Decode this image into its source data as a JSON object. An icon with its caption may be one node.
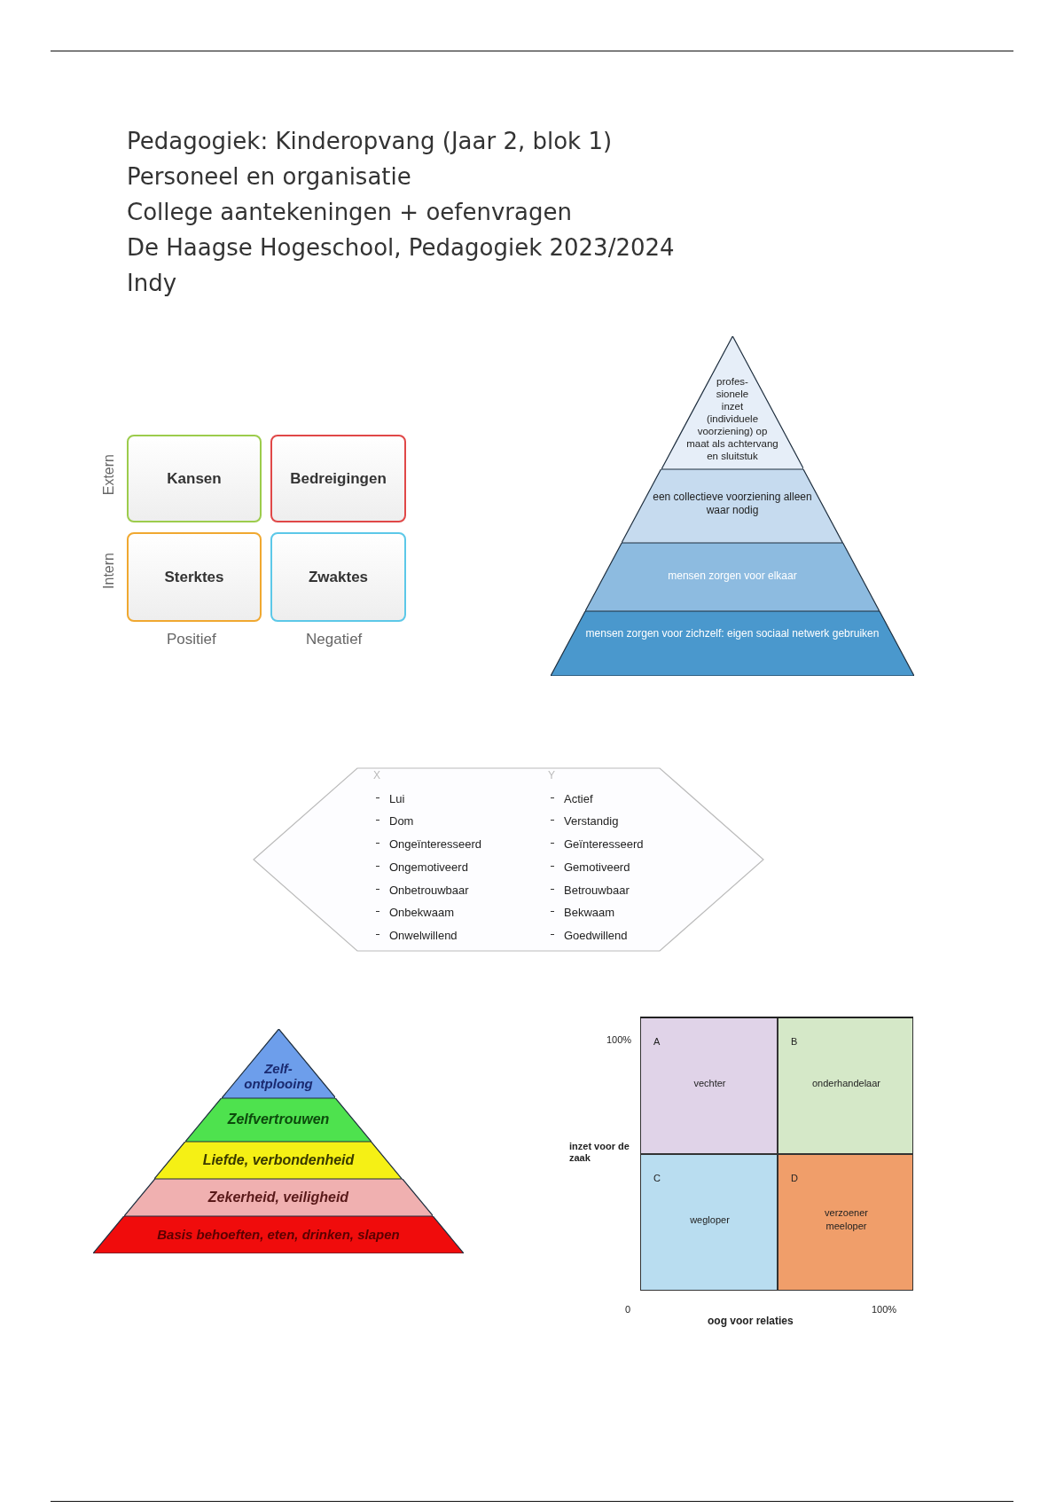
{
  "diagram": {
    "title": "Pedagogiek: Kinderopvang (Jaar 2, blok 1)",
    "nodes": [
      {
        "text": [
          "Kansen"
        ]
      },
      {
        "text": [
          "Bedreigingen"
        ]
      },
      {
        "text": [
          "Sterktes"
        ]
      },
      {
        "text": [
          "Zwaktes"
        ]
      },
      {
        "text": [
          "profes- sionele inzet (individuele voorziening) op maat als achtervang en sluitstuk"
        ]
      },
      {
        "text": [
          "een collectieve voorziening alleen waar nodig"
        ]
      },
      {
        "text": [
          "mensen zorgen voor elkaar"
        ]
      },
      {
        "text": [
          "mensen zorgen voor zichzelf: eigen sociaal netwerk gebruiken"
        ]
      },
      {
        "text": [
          "X",
          "Lui",
          "Dom",
          "Ongeïnteresseerd",
          "Ongemotiveerd",
          "Onbetrouwbaar",
          "Onbekwaam",
          "Onwelwillend",
          "Y",
          "Actief",
          "Verstandig",
          "Geïnteresseerd",
          "Gemotiveerd",
          "Betrouwbaar",
          "Bekwaam",
          "Goedwillend"
        ]
      },
      {
        "text": [
          "Zelf- ontplooing"
        ]
      },
      {
        "text": [
          "Zelfvertrouwen"
        ]
      },
      {
        "text": [
          "Liefde, verbondenheid"
        ]
      },
      {
        "text": [
          "Zekerheid, veiligheid"
        ]
      },
      {
        "text": [
          "Basis behoeften, eten, drinken, slapen"
        ]
      },
      {
        "text": [
          "A",
          "vechter"
        ]
      },
      {
        "text": [
          "B",
          "onderhandelaar"
        ]
      },
      {
        "text": [
          "C",
          "wegloper"
        ]
      },
      {
        "text": [
          "D",
          "verzoener meeloper"
        ]
      }
    ],
    "labels": [
      "Personeel en organisatie",
      "College aantekeningen + oefenvragen",
      "De Haagse Hogeschool, Pedagogiek 2023/2024",
      "Indy",
      "Extern",
      "Intern",
      "Positief",
      "Negatief",
      "100%",
      "inzet voor de zaak",
      "0",
      "100%",
      "oog voor relaties"
    ]
  }
}
